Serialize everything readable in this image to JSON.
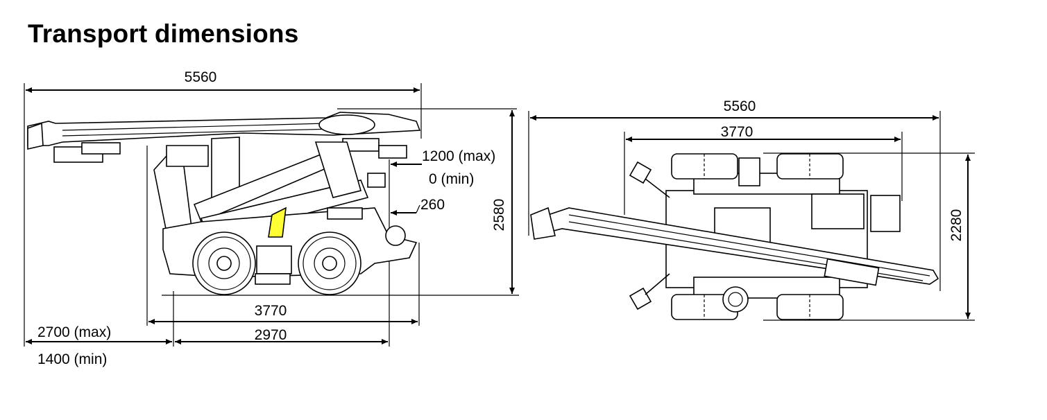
{
  "title": "Transport dimensions",
  "side_view": {
    "overall_length": "5560",
    "boom_height_max": "1200 (max)",
    "boom_height_min": "0 (min)",
    "rear_overhang": "260",
    "total_height": "2580",
    "chassis_length": "3770",
    "outrigger_max": "2700 (max)",
    "outrigger_min": "1400 (min)",
    "wheelbase_span": "2970"
  },
  "top_view": {
    "overall_length": "5560",
    "chassis_length": "3770",
    "width": "2280"
  },
  "colors": {
    "highlight": "#ffff33",
    "line": "#000000"
  }
}
